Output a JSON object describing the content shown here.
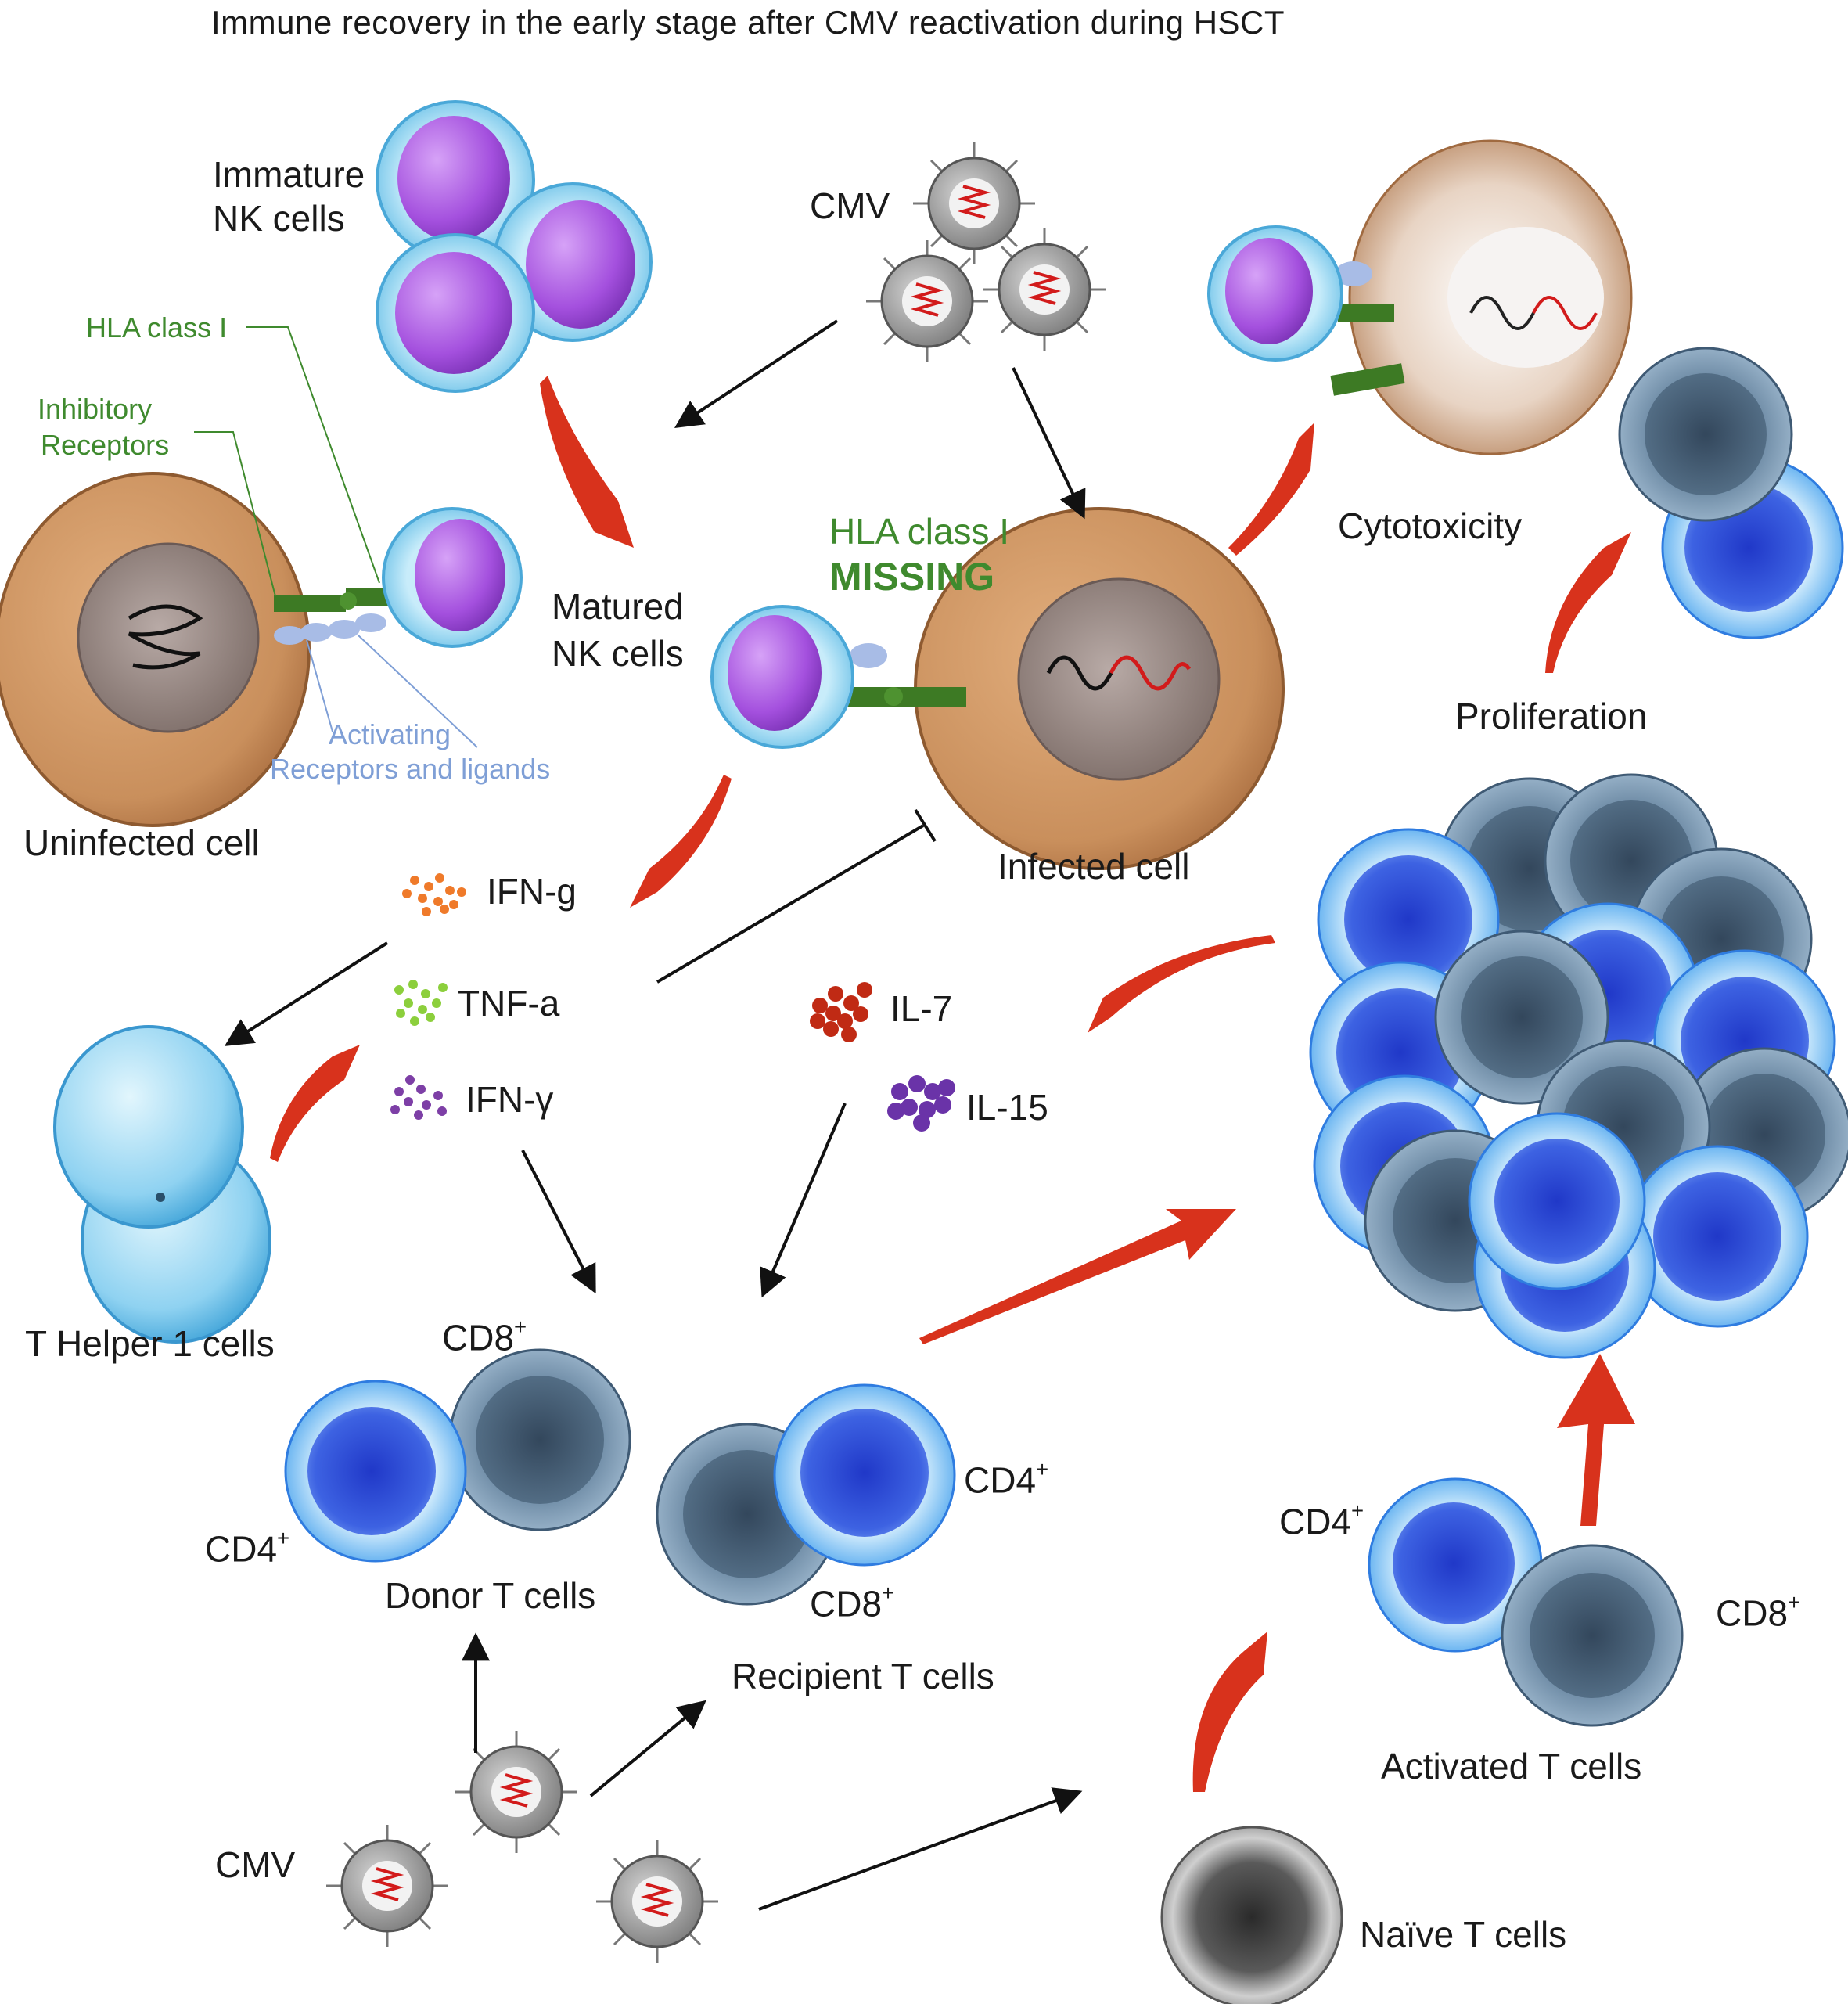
{
  "title": "Immune  recovery in the early stage after CMV reactivation during HSCT",
  "labels": {
    "immature_nk_1": "Immature",
    "immature_nk_2": "NK cells",
    "cmv_top": "CMV",
    "hla_class_i": "HLA class I",
    "inhibitory_1": "Inhibitory",
    "inhibitory_2": "Receptors",
    "activating_1": "Activating",
    "activating_2": "Receptors and ligands",
    "uninfected": "Uninfected cell",
    "matured_nk_1": "Matured",
    "matured_nk_2": "NK cells",
    "hla_missing_1": "HLA class I",
    "hla_missing_2": "MISSING",
    "infected": "Infected cell",
    "cytotoxicity": "Cytotoxicity",
    "proliferation": "Proliferation",
    "ifn_g": "IFN-g",
    "tnf_a": "TNF-a",
    "ifn_gamma": "IFN-γ",
    "il7": "IL-7",
    "il15": "IL-15",
    "th1": "T Helper 1 cells",
    "donor_cd8": "CD8",
    "donor_cd4": "CD4",
    "donor_t": "Donor T cells",
    "recipient_cd4": "CD4",
    "recipient_cd8": "CD8",
    "recipient_t": "Recipient T cells",
    "activated_cd4": "CD4",
    "activated_cd8": "CD8",
    "activated_t": "Activated T cells",
    "cmv_bottom": "CMV",
    "naive_t": "Naïve T cells",
    "plus": "+"
  },
  "colors": {
    "cell_tan": "#c98f5c",
    "nucleus_grey": "#8f7f7a",
    "nk_purple": "#a855e0",
    "nk_halo": "#9ed8f0",
    "t_blue": "#2f56d8",
    "t_grey": "#4a6580",
    "receptor_green": "#3d7a24",
    "red_arrow": "#d8321c",
    "hla_text": "#3f8a2e",
    "activating_text": "#7f9fd6"
  }
}
